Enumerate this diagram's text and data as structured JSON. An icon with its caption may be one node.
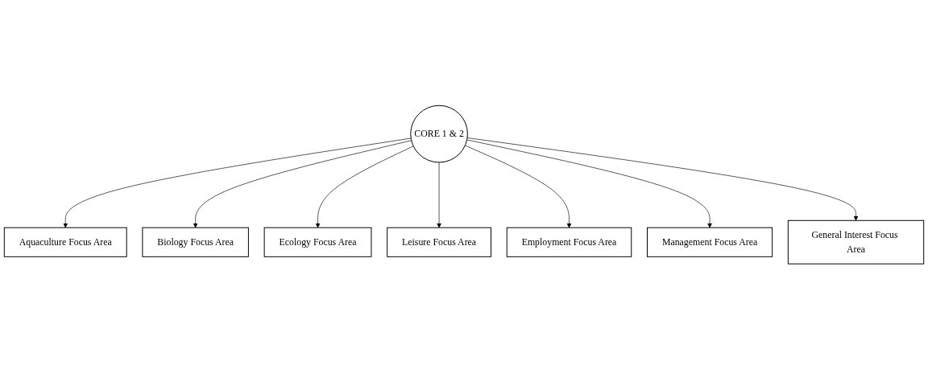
{
  "diagram": {
    "nodes": [
      {
        "text": [
          "Aquaculture Focus Area"
        ]
      },
      {
        "text": [
          "Biology Focus Area"
        ]
      },
      {
        "text": [
          "Ecology Focus Area"
        ]
      },
      {
        "text": [
          "CORE 1 & 2"
        ]
      },
      {
        "text": [
          "Leisure Focus Area"
        ]
      },
      {
        "text": [
          "Employment Focus Area"
        ]
      },
      {
        "text": [
          "Management Focus Area"
        ]
      },
      {
        "text": [
          "General Interest Focus Area"
        ]
      }
    ],
    "edges": [
      {
        "from": 3,
        "to": 0,
        "arrow": "to"
      },
      {
        "from": 3,
        "to": 1,
        "arrow": "to"
      },
      {
        "from": 3,
        "to": 2,
        "arrow": "to"
      },
      {
        "from": 3,
        "to": 4,
        "arrow": "to"
      },
      {
        "from": 3,
        "to": 5,
        "arrow": "to"
      },
      {
        "from": 3,
        "to": 6,
        "arrow": "to"
      },
      {
        "from": 3,
        "to": 7,
        "arrow": "to"
      }
    ]
  }
}
